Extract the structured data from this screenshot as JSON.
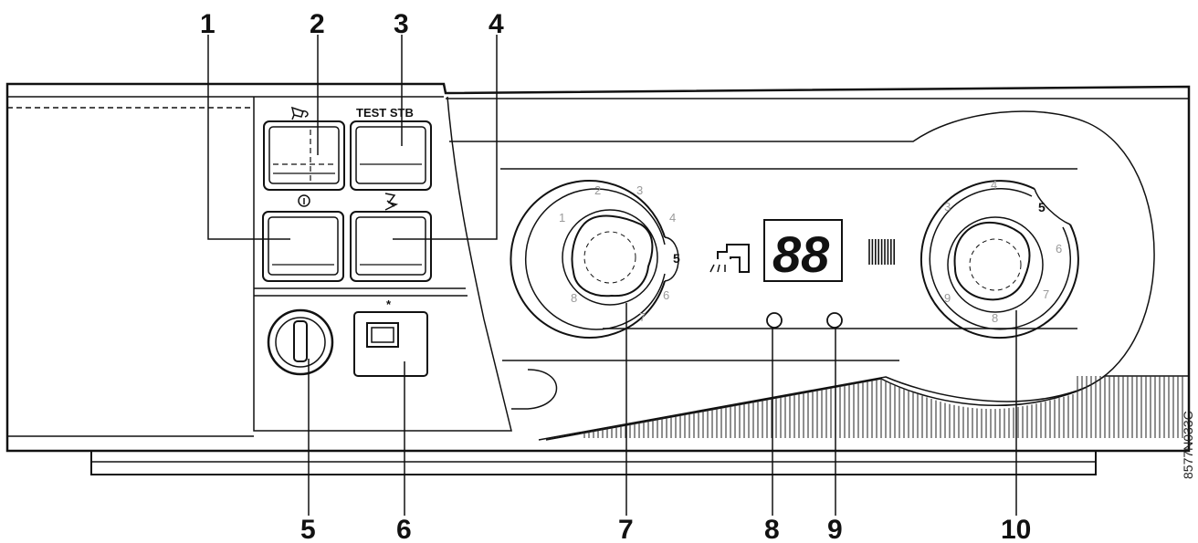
{
  "callouts": [
    "1",
    "2",
    "3",
    "4",
    "5",
    "6",
    "7",
    "8",
    "9",
    "10"
  ],
  "buttons": {
    "chimney_caption": "",
    "test_stb_caption": "TEST STB",
    "info_caption": "ⓘ",
    "manual_caption": "",
    "frost_caption": "*"
  },
  "dhw_dial": {
    "scale": [
      "1",
      "2",
      "3",
      "4",
      "6",
      "7",
      "8"
    ],
    "selected": "5"
  },
  "heating_dial": {
    "scale": [
      "3",
      "4",
      "6",
      "7",
      "8",
      "9"
    ],
    "selected": "5"
  },
  "display": {
    "value": "88"
  },
  "code": "8577N033C",
  "icons": [
    "chimney-sweep-icon",
    "info-icon",
    "manual-mode-icon",
    "frost-protection-icon",
    "hot-water-tap-icon",
    "radiator-icon"
  ]
}
